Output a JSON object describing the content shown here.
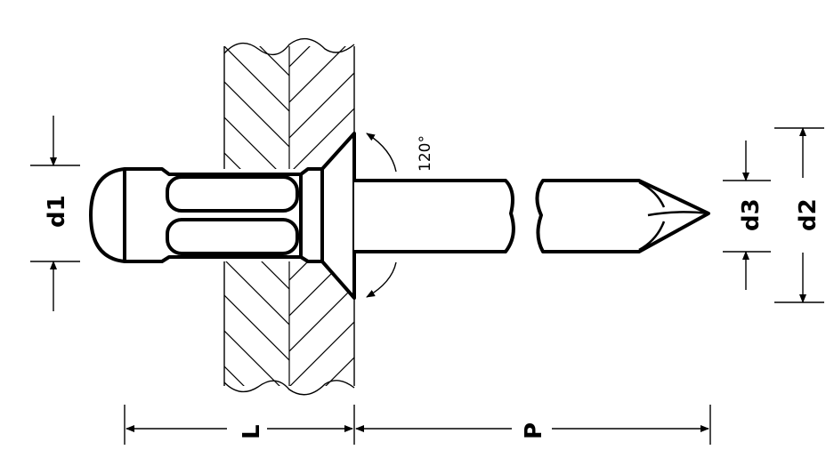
{
  "labels": {
    "d1": "d1",
    "d2": "d2",
    "d3": "d3",
    "L": "L",
    "P": "P",
    "angle": "120°"
  }
}
